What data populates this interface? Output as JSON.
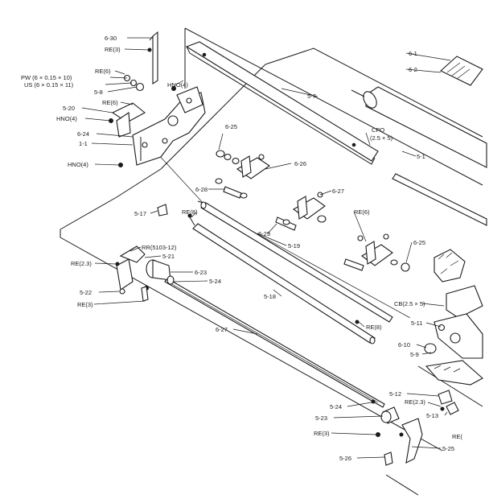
{
  "labels": {
    "l_6_30": "6-30",
    "l_re3_a": "RE(3)",
    "l_re6_a": "RE(6)",
    "l_pw": "PW (6 × 0.15 × 10)",
    "l_us": "US (6 × 0.15 × 11)",
    "l_5_8": "5-8",
    "l_hno4_a": "HNO(4)",
    "l_re6_b": "RE(6)",
    "l_5_20": "5-20",
    "l_hno4_b": "HNO(4)",
    "l_6_24": "6-24",
    "l_1_1": "1-1",
    "l_hno4_c": "HNO(4)",
    "l_6_25_a": "6-25",
    "l_5_7": "5-7",
    "l_cpo": "CPO",
    "l_cpo_dim": "(2.5 × 5)",
    "l_6_1": "6-1",
    "l_6_2": "6-2",
    "l_5_1": "5-1",
    "l_6_26": "6-26",
    "l_6_28": "6-28",
    "l_6_27_a": "6-27",
    "l_re6_c": "RE(6)",
    "l_5_17": "5-17",
    "l_re8_a": "RE(8)",
    "l_6_29": "6-29",
    "l_5_19": "5-19",
    "l_6_25_b": "6-25",
    "l_rr": "RR(5103-12)",
    "l_5_21": "5-21",
    "l_re23_a": "RE(2.3)",
    "l_6_23": "6-23",
    "l_5_24_a": "5-24",
    "l_5_22": "5-22",
    "l_re3_b": "RE(3)",
    "l_5_18": "5-18",
    "l_cb": "CB(2.5 × 5)",
    "l_5_11": "5-11",
    "l_re8_b": "RE(8)",
    "l_6_27_b": "6-27",
    "l_6_10": "6-10",
    "l_5_9": "5-9",
    "l_5_12": "5-12",
    "l_re23_b": "RE(2.3)",
    "l_5_13": "5-13",
    "l_5_24_b": "5-24",
    "l_5_23": "5-23",
    "l_re_c": "RE(",
    "l_re3_c": "RE(3)",
    "l_5_25": "5-25",
    "l_5_26": "5-26"
  }
}
